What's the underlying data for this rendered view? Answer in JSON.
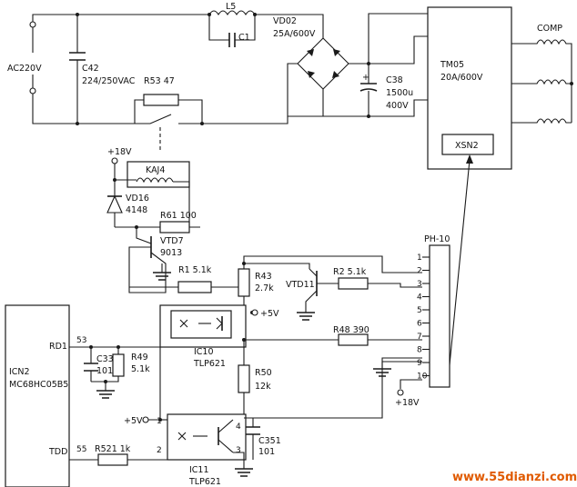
{
  "labels": {
    "ac": "AC220V",
    "c42_ref": "C42",
    "c42_val": "224/250VAC",
    "l5": "L5",
    "c1": "C1",
    "vd02_ref": "VD02",
    "vd02_val": "25A/600V",
    "r53": "R53 47",
    "c38_ref": "C38",
    "c38_val": "1500u",
    "c38_volt": "400V",
    "tm05_ref": "TM05",
    "tm05_val": "20A/600V",
    "comp": "COMP",
    "xsn2": "XSN2",
    "plus18_top": "+18V",
    "kaj4": "KAJ4",
    "vd16_ref": "VD16",
    "vd16_val": "4148",
    "r61": "R61 100",
    "vtd7_ref": "VTD7",
    "vtd7_val": "9013",
    "ph10": "PH-10",
    "r1": "R1 5.1k",
    "r43_ref": "R43",
    "r43_val": "2.7k",
    "vtd11": "VTD11",
    "r2": "R2 5.1k",
    "plus5_a": "+5V",
    "rd1": "RD1",
    "net53": "53",
    "c33_ref": "C33",
    "c33_val": "101",
    "r49_ref": "R49",
    "r49_val": "5.1k",
    "ic10_ref": "IC10",
    "ic10_val": "TLP621",
    "r48": "R48 390",
    "icn2_ref": "ICN2",
    "icn2_val": "MC68HC05B5",
    "r50_ref": "R50",
    "r50_val": "12k",
    "plus18_bot": "+18V",
    "plus5_b": "+5V",
    "pin1": "1",
    "pin4": "4",
    "c351_ref": "C351",
    "c351_val": "101",
    "tdd": "TDD",
    "net55": "55",
    "r521": "R521 1k",
    "pin2": "2",
    "pin3": "3",
    "ic11_ref": "IC11",
    "ic11_val": "TLP621",
    "watermark": "www.55dianzi.com"
  },
  "connector_pins": [
    "1",
    "2",
    "3",
    "4",
    "5",
    "6",
    "7",
    "8",
    "9",
    "10"
  ]
}
